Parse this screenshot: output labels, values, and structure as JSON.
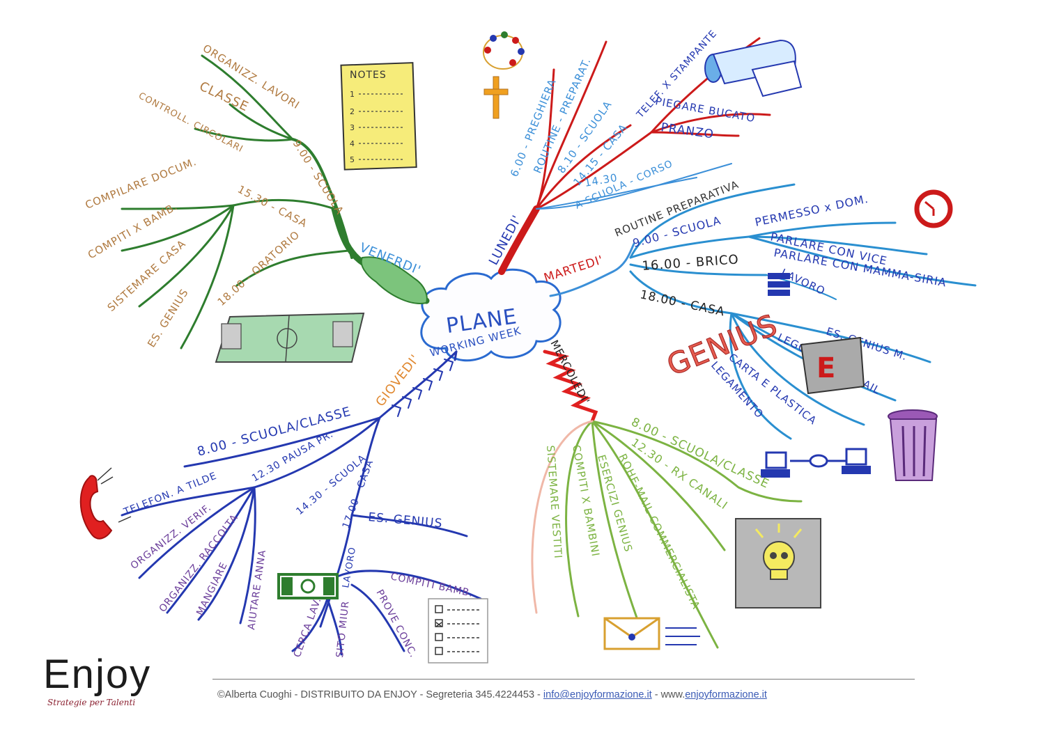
{
  "center": {
    "line1": "PLANE",
    "line2": "WORKING WEEK"
  },
  "branches": {
    "venerdi": {
      "label": "VENERDI'",
      "color": "#2e7d2e",
      "subs": {
        "scuola": "9.00 - SCUOLA",
        "organiz": "ORGANIZZ. LAVORI",
        "classe": "CLASSE",
        "controll": "CONTROLL. CIRCOLARI",
        "casa": "15.30 - CASA",
        "compilare": "COMPILARE DOCUM.",
        "compiti": "COMPITI X BAMB.",
        "sistemare": "SISTEMARE CASA",
        "esgenius": "ES. GENIUS",
        "oratorio": "18.00 - ORATORIO"
      }
    },
    "lunedi": {
      "label": "LUNEDI'",
      "color": "#cc1a1a",
      "subs": {
        "preghiera": "6.00 - PREGHIERA",
        "routine": "ROUTINE - PREPARAT.",
        "scuola": "8.10 - SCUOLA",
        "casa": "14.15 - CASA",
        "ora": "14.30",
        "corso": "A SCUOLA - CORSO",
        "telef": "TELEF. X STAMPANTE",
        "bucato": "PIEGARE BUCATO",
        "pranzo": "PRANZO"
      }
    },
    "martedi": {
      "label": "MARTEDI'",
      "color": "#2a8fd0",
      "subs": {
        "routine": "ROUTINE PREPARATIVA",
        "scuola": "9.00 - SCUOLA",
        "permesso": "PERMESSO x DOM.",
        "vice": "PARLARE CON VICE",
        "mamma": "PARLARE CON MAMMA-SIRIA",
        "brico": "16.00 - BRICO",
        "lavoro": "LAVORO",
        "casa": "18.00 - CASA",
        "esgenius": "ES. GENIUS M.",
        "leggere": "LEGGERE",
        "email": "E-MAIL",
        "carta": "CARTA E PLASTICA",
        "lega": "LEGAMENTO",
        "stamp": "GENIUS"
      }
    },
    "mercoledi": {
      "label": "MERCOLEDI'",
      "color": "#7cb342",
      "subs": {
        "scuola": "8.00 - SCUOLA/CLASSE",
        "rx": "12.30 - RX CANALI",
        "mail": "ROHE-MAIL COMMERCIALISTA",
        "esercizi": "ESERCIZI GENIUS",
        "compiti": "COMPITI X BAMBINI",
        "vestiti": "SISTEMARE VESTITI"
      }
    },
    "giovedi": {
      "label": "GIOVEDI'",
      "color": "#2438b0",
      "subs": {
        "scuola": "8.00 - SCUOLA/CLASSE",
        "pausa": "12.30 PAUSA PR.",
        "scuola2": "14.30 - SCUOLA",
        "casa": "17.00 - CASA",
        "telefon": "TELEFON. A TILDE",
        "verif": "ORGANIZZ. VERIF.",
        "raccolta": "ORGANIZZ. RACCOLTA",
        "mangiare": "MANGIARE",
        "aiutare": "AIUTARE ANNA",
        "esgenius": "ES. GENIUS",
        "lavoro": "LAVORO",
        "compiti": "COMPITI BAMB.",
        "prove": "PROVE CONC.",
        "sito": "SITO MIUR",
        "cerca": "CERCA LAV."
      }
    }
  },
  "icons": {
    "notes_label": "NOTES",
    "notes_lines": [
      "1",
      "2",
      "3",
      "4",
      "5"
    ]
  },
  "footer": {
    "credit_prefix": "©Alberta Cuoghi - DISTRIBUITO DA ENJOY - Segreteria 345.4224453 - ",
    "email": "info@enjoyformazione.it",
    "mid": " - www.",
    "site": "enjoyformazione.it"
  },
  "logo": {
    "word": "Enjoy",
    "tagline": "Strategie per Talenti"
  }
}
